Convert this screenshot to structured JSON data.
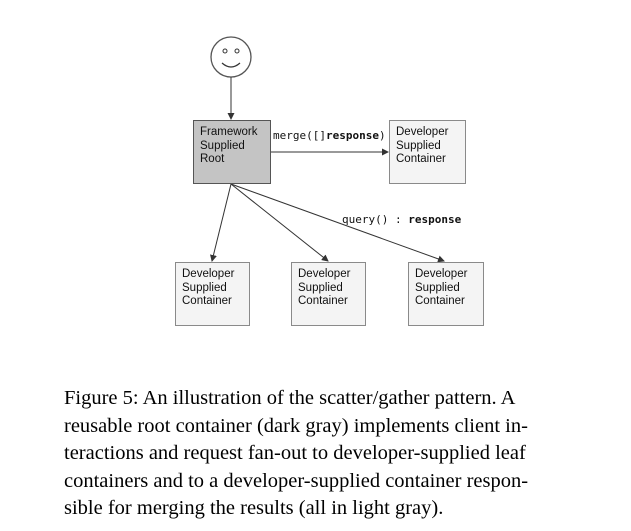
{
  "figure": {
    "user": {
      "icon": "smiley-face-icon"
    },
    "nodes": {
      "root": {
        "lines": [
          "Framework",
          "Supplied",
          "Root"
        ],
        "fill": "#c4c4c4"
      },
      "merger": {
        "lines": [
          "Developer",
          "Supplied",
          "Container"
        ],
        "fill": "#f4f4f4"
      },
      "leaves": [
        {
          "lines": [
            "Developer",
            "Supplied",
            "Container"
          ]
        },
        {
          "lines": [
            "Developer",
            "Supplied",
            "Container"
          ]
        },
        {
          "lines": [
            "Developer",
            "Supplied",
            "Container"
          ]
        }
      ]
    },
    "edges": {
      "merge_label": {
        "prefix": "merge([]",
        "bold": "response",
        "suffix": ")"
      },
      "query_label": {
        "prefix": "query() : ",
        "bold": "response"
      }
    }
  },
  "caption": {
    "lines": [
      "Figure 5: An illustration of the scatter/gather pattern.  A",
      "reusable root container (dark gray) implements client in-",
      "teractions and request fan-out to developer-supplied leaf",
      "containers and to a developer-supplied container respon-",
      "sible for merging the results (all in light gray)."
    ]
  }
}
